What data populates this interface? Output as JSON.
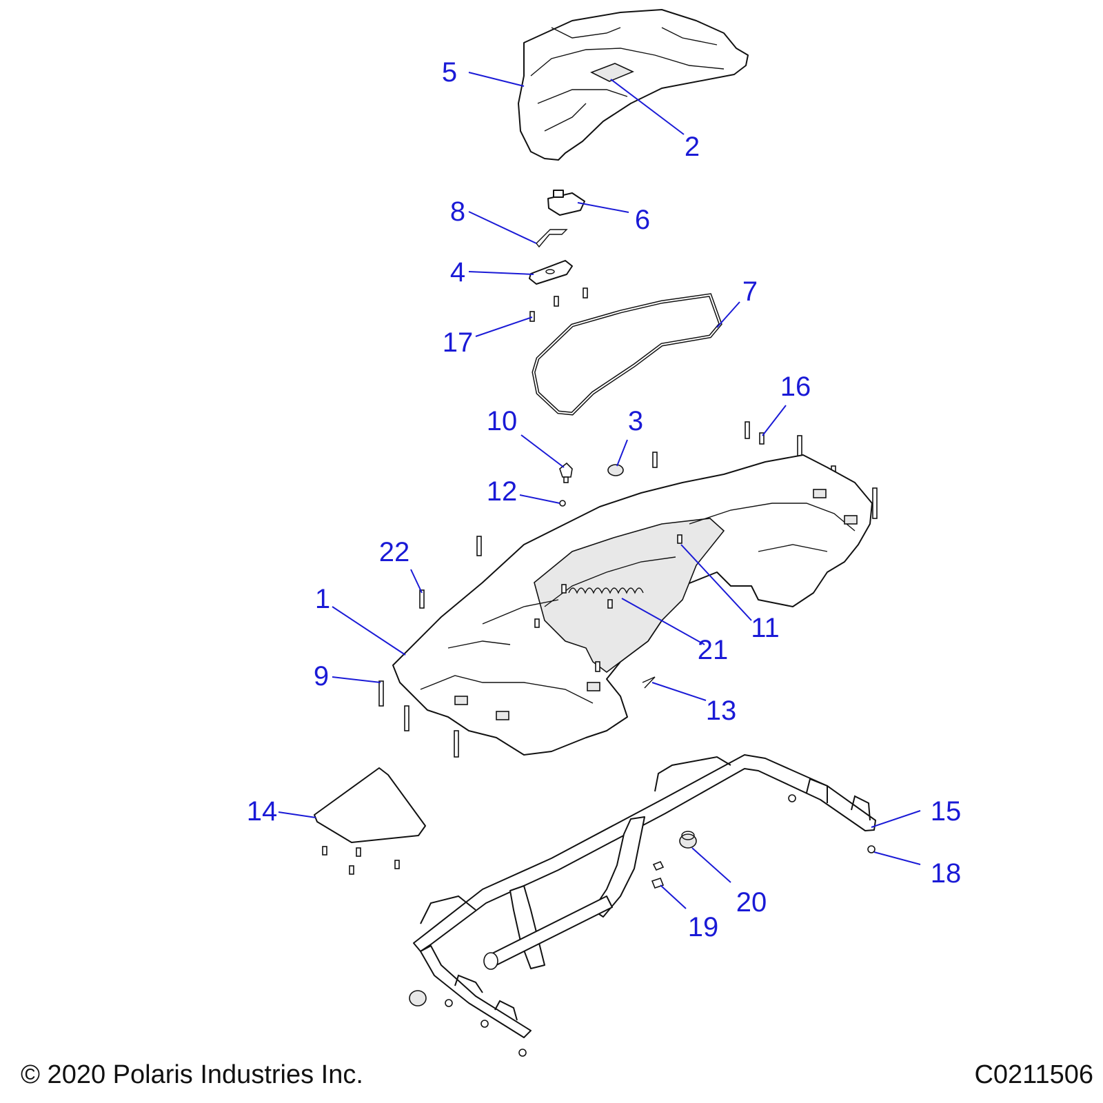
{
  "footer": {
    "copyright": "© 2020 Polaris Industries Inc.",
    "drawing_id": "C0211506"
  },
  "callouts": [
    {
      "id": "c5",
      "label": "5"
    },
    {
      "id": "c2",
      "label": "2"
    },
    {
      "id": "c8",
      "label": "8"
    },
    {
      "id": "c6",
      "label": "6"
    },
    {
      "id": "c4",
      "label": "4"
    },
    {
      "id": "c7",
      "label": "7"
    },
    {
      "id": "c17",
      "label": "17"
    },
    {
      "id": "c16",
      "label": "16"
    },
    {
      "id": "c10",
      "label": "10"
    },
    {
      "id": "c3",
      "label": "3"
    },
    {
      "id": "c12",
      "label": "12"
    },
    {
      "id": "c22",
      "label": "22"
    },
    {
      "id": "c1",
      "label": "1"
    },
    {
      "id": "c11",
      "label": "11"
    },
    {
      "id": "c21",
      "label": "21"
    },
    {
      "id": "c9",
      "label": "9"
    },
    {
      "id": "c13",
      "label": "13"
    },
    {
      "id": "c14",
      "label": "14"
    },
    {
      "id": "c15",
      "label": "15"
    },
    {
      "id": "c18",
      "label": "18"
    },
    {
      "id": "c20",
      "label": "20"
    },
    {
      "id": "c19",
      "label": "19"
    }
  ],
  "colors": {
    "callout": "#1a1ad6",
    "line": "#111111"
  }
}
